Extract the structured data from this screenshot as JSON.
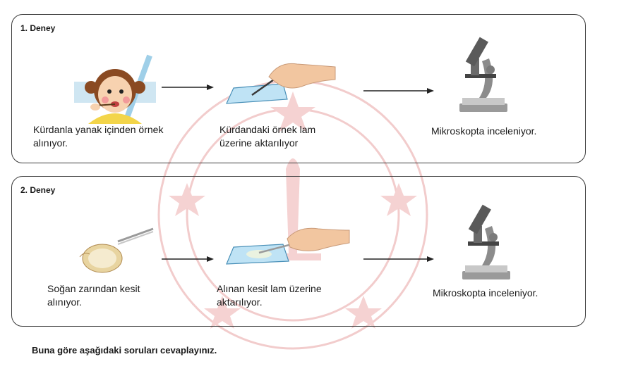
{
  "experiments": [
    {
      "title": "1. Deney",
      "steps": [
        {
          "caption_line1": "Kürdanla yanak içinden örnek",
          "caption_line2": "alınıyor.",
          "icon": "girl-toothpick-icon"
        },
        {
          "caption_line1": "Kürdandaki örnek lam",
          "caption_line2": "üzerine aktarılıyor",
          "icon": "hand-slide-icon"
        },
        {
          "caption_line1": "Mikroskopta inceleniyor.",
          "caption_line2": "",
          "icon": "microscope-icon"
        }
      ]
    },
    {
      "title": "2. Deney",
      "steps": [
        {
          "caption_line1": "Soğan zarından kesit",
          "caption_line2": "alınıyor.",
          "icon": "onion-tweezers-icon"
        },
        {
          "caption_line1": "Alınan kesit lam üzerine",
          "caption_line2": "aktarılıyor.",
          "icon": "hand-slide-icon"
        },
        {
          "caption_line1": "Mikroskopta inceleniyor.",
          "caption_line2": "",
          "icon": "microscope-icon"
        }
      ]
    }
  ],
  "footer": "Buna göre aşağıdaki soruları cevaplayınız.",
  "colors": {
    "watermark": "#f2c9c9",
    "border": "#3a3a3a",
    "skin": "#f2c6a0",
    "slide": "#bfe3f5"
  }
}
